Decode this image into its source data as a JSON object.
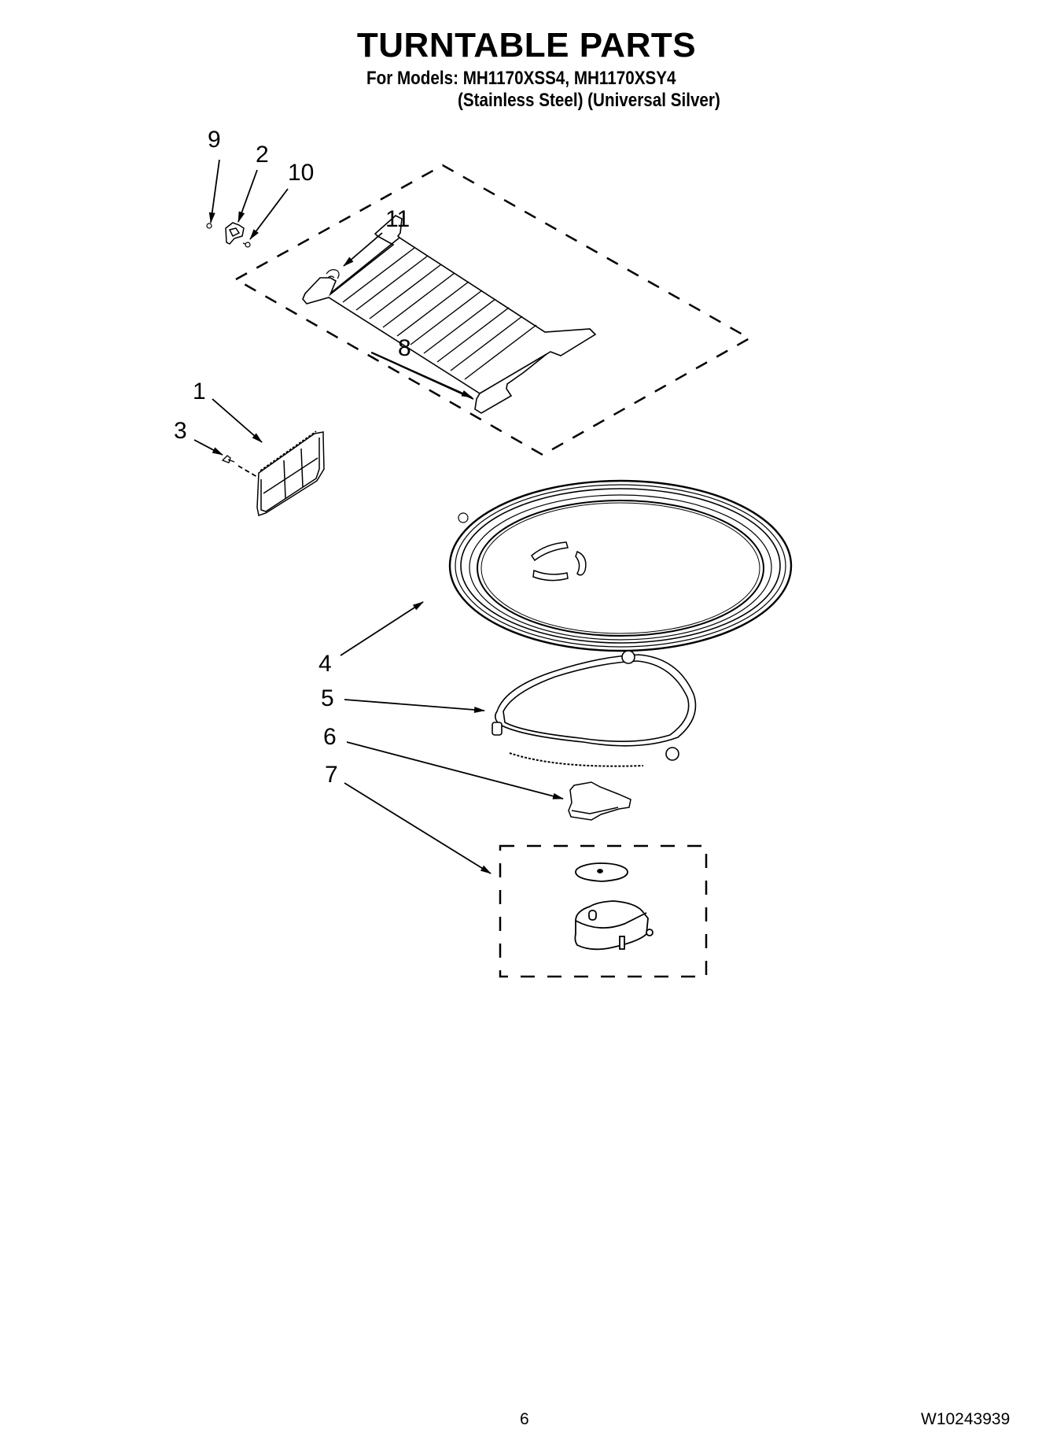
{
  "header": {
    "title": "TURNTABLE PARTS",
    "models_line": "For Models: MH1170XSS4, MH1170XSY4",
    "finish_line": "(Stainless Steel) (Universal Silver)"
  },
  "callouts": {
    "c1": "1",
    "c2": "2",
    "c3": "3",
    "c4": "4",
    "c5": "5",
    "c6": "6",
    "c7": "7",
    "c8": "8",
    "c9": "9",
    "c10": "10",
    "c11": "11"
  },
  "parts_illustrated": [
    {
      "ref": "1",
      "icon": "cover-plate-icon"
    },
    {
      "ref": "2",
      "icon": "bracket-icon"
    },
    {
      "ref": "3",
      "icon": "screw-icon"
    },
    {
      "ref": "4",
      "icon": "turntable-tray-icon"
    },
    {
      "ref": "5",
      "icon": "roller-support-icon"
    },
    {
      "ref": "6",
      "icon": "coupler-icon"
    },
    {
      "ref": "7",
      "icon": "motor-assembly-icon"
    },
    {
      "ref": "8",
      "icon": "wire-rack-icon"
    },
    {
      "ref": "9",
      "icon": "small-screw-icon"
    },
    {
      "ref": "10",
      "icon": "small-screw-icon"
    },
    {
      "ref": "11",
      "icon": "clip-icon"
    }
  ],
  "footer": {
    "page_number": "6",
    "document_number": "W10243939"
  },
  "colors": {
    "ink": "#000000",
    "background": "#ffffff"
  }
}
